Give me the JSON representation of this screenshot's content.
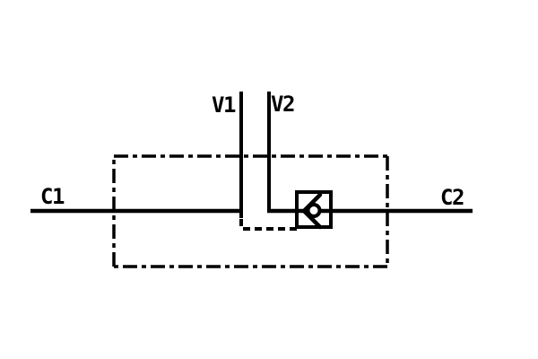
{
  "diagram": {
    "background_color": "#ffffff",
    "line_color": "#000000",
    "port_labels": {
      "c1": "C1",
      "c2": "C2",
      "v1": "V1",
      "v2": "V2"
    }
  }
}
